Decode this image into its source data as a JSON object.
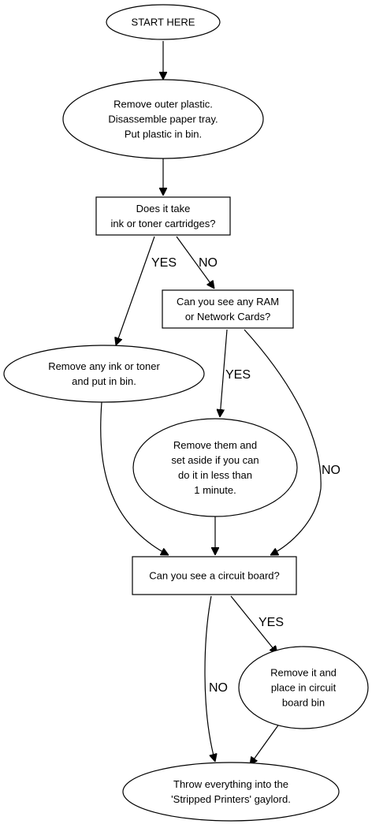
{
  "nodes": {
    "start": {
      "shape": "ellipse",
      "lines": [
        "START HERE"
      ]
    },
    "remove_plastic": {
      "shape": "ellipse",
      "lines": [
        "Remove outer plastic.",
        "Disassemble paper tray.",
        "Put plastic in bin."
      ]
    },
    "ink_question": {
      "shape": "box",
      "lines": [
        "Does it take",
        "ink or toner cartridges?"
      ]
    },
    "ram_question": {
      "shape": "box",
      "lines": [
        "Can you see any RAM",
        "or Network Cards?"
      ]
    },
    "remove_ink": {
      "shape": "ellipse",
      "lines": [
        "Remove any ink or toner",
        "and put in bin."
      ]
    },
    "remove_ram": {
      "shape": "ellipse",
      "lines": [
        "Remove them and",
        "set aside if you can",
        "do it in less than",
        "1 minute."
      ]
    },
    "circuit_question": {
      "shape": "box",
      "lines": [
        "Can you see a circuit board?"
      ]
    },
    "remove_board": {
      "shape": "ellipse",
      "lines": [
        "Remove it and",
        "place in circuit",
        "board bin"
      ]
    },
    "throw_away": {
      "shape": "ellipse",
      "lines": [
        "Throw everything into the",
        "'Stripped Printers' gaylord."
      ]
    }
  },
  "edges": [
    {
      "from": "start",
      "to": "remove_plastic",
      "label": ""
    },
    {
      "from": "remove_plastic",
      "to": "ink_question",
      "label": ""
    },
    {
      "from": "ink_question",
      "to": "remove_ink",
      "label": "YES"
    },
    {
      "from": "ink_question",
      "to": "ram_question",
      "label": "NO"
    },
    {
      "from": "ram_question",
      "to": "remove_ram",
      "label": "YES"
    },
    {
      "from": "ram_question",
      "to": "circuit_question",
      "label": "NO"
    },
    {
      "from": "remove_ink",
      "to": "circuit_question",
      "label": ""
    },
    {
      "from": "remove_ram",
      "to": "circuit_question",
      "label": ""
    },
    {
      "from": "circuit_question",
      "to": "remove_board",
      "label": "YES"
    },
    {
      "from": "circuit_question",
      "to": "throw_away",
      "label": "NO"
    },
    {
      "from": "remove_board",
      "to": "throw_away",
      "label": ""
    }
  ]
}
